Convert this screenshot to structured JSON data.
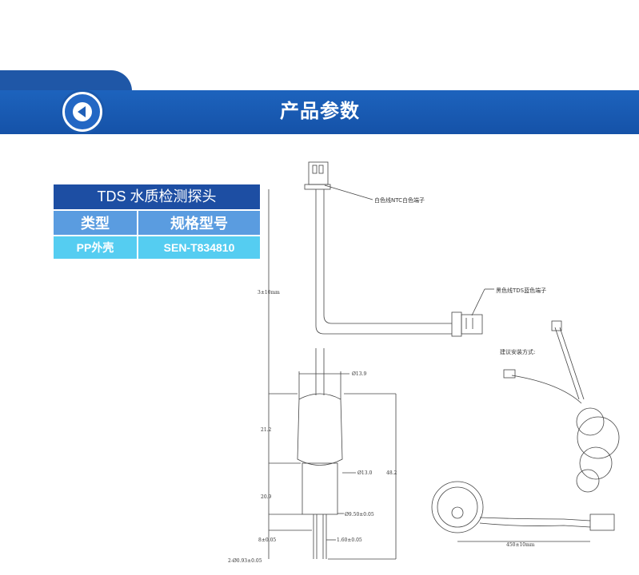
{
  "header": {
    "title": "产品参数",
    "accent_color": "#1d63bd",
    "back_icon": "circle-arrow-left-icon"
  },
  "spec_table": {
    "title": "TDS 水质检测探头",
    "headers": [
      "类型",
      "规格型号"
    ],
    "rows": [
      [
        "PP外壳",
        "SEN-T834810"
      ]
    ]
  },
  "drawing": {
    "callouts": {
      "white_wire": "白色线NTC白色端子",
      "black_wire": "黑色线TDS蓝色端子",
      "install_note": "建议安装方式:"
    },
    "dimensions": {
      "cable_length": "3±10mm",
      "dia_top": "Ø13.9",
      "len_body": "21.2",
      "dia_body": "Ø13.0",
      "total_len": "48.2",
      "len_tip": "20.9",
      "dia_tip": "Ø9.50±0.05",
      "pin_len": "8±0.05",
      "pin_spacing": "1.60±0.05",
      "pin_dia": "2-Ø0.93±0.05",
      "cable_len_bottom": "450±10mm"
    }
  }
}
